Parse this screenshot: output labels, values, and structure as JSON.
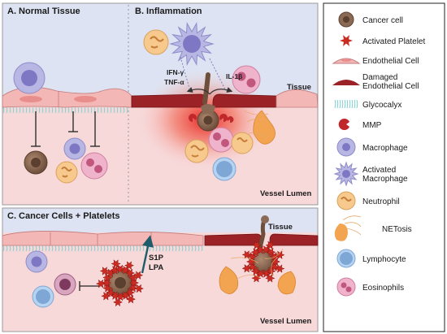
{
  "panels": {
    "a": {
      "title": "A. Normal Tissue"
    },
    "b": {
      "title": "B. Inflammation",
      "cytokines_left": [
        "IFN-γ",
        "TNF-α"
      ],
      "cytokine_right": "IL-1β",
      "tissue": "Tissue",
      "lumen": "Vessel Lumen"
    },
    "c": {
      "title": "C. Cancer Cells + Platelets",
      "mediators": [
        "S1P",
        "LPA"
      ],
      "tissue": "Tissue",
      "lumen": "Vessel Lumen"
    }
  },
  "legend": {
    "items": [
      {
        "label": "Cancer cell",
        "icon": "cancer-cell"
      },
      {
        "label": "Activated Platelet",
        "icon": "activated-platelet"
      },
      {
        "label": "Endothelial Cell",
        "icon": "endothelial-cell"
      },
      {
        "label": "Damaged Endothelial Cell",
        "lines": [
          "Damaged",
          "Endothelial Cell"
        ],
        "icon": "damaged-endothelial-cell"
      },
      {
        "label": "Glycocalyx",
        "icon": "glycocalyx"
      },
      {
        "label": "MMP",
        "icon": "mmp"
      },
      {
        "label": "Macrophage",
        "icon": "macrophage"
      },
      {
        "label": "Activated Macrophage",
        "lines": [
          "Activated",
          "Macrophage"
        ],
        "icon": "activated-macrophage"
      },
      {
        "label": "Neutrophil",
        "icon": "neutrophil"
      },
      {
        "label": "NETosis",
        "icon": "netosis"
      },
      {
        "label": "Lymphocyte",
        "icon": "lymphocyte"
      },
      {
        "label": "Eosinophils",
        "icon": "eosinophils"
      }
    ]
  },
  "colors": {
    "tissue": "#dde3f2",
    "lumen": "#f7d9da",
    "endothelial": "#f3b7b6",
    "damaged": "#9b2226",
    "platelet": "#cc2b22",
    "cancer": "#8a6a55",
    "macrophage": "#a9a6dc",
    "neutrophil": "#f7c98c",
    "lymphocyte": "#a6c8ef",
    "eosinophil": "#e8a3bf",
    "glycocalyx": "#7ccfcf",
    "arrow_teal": "#1f5c6b"
  }
}
